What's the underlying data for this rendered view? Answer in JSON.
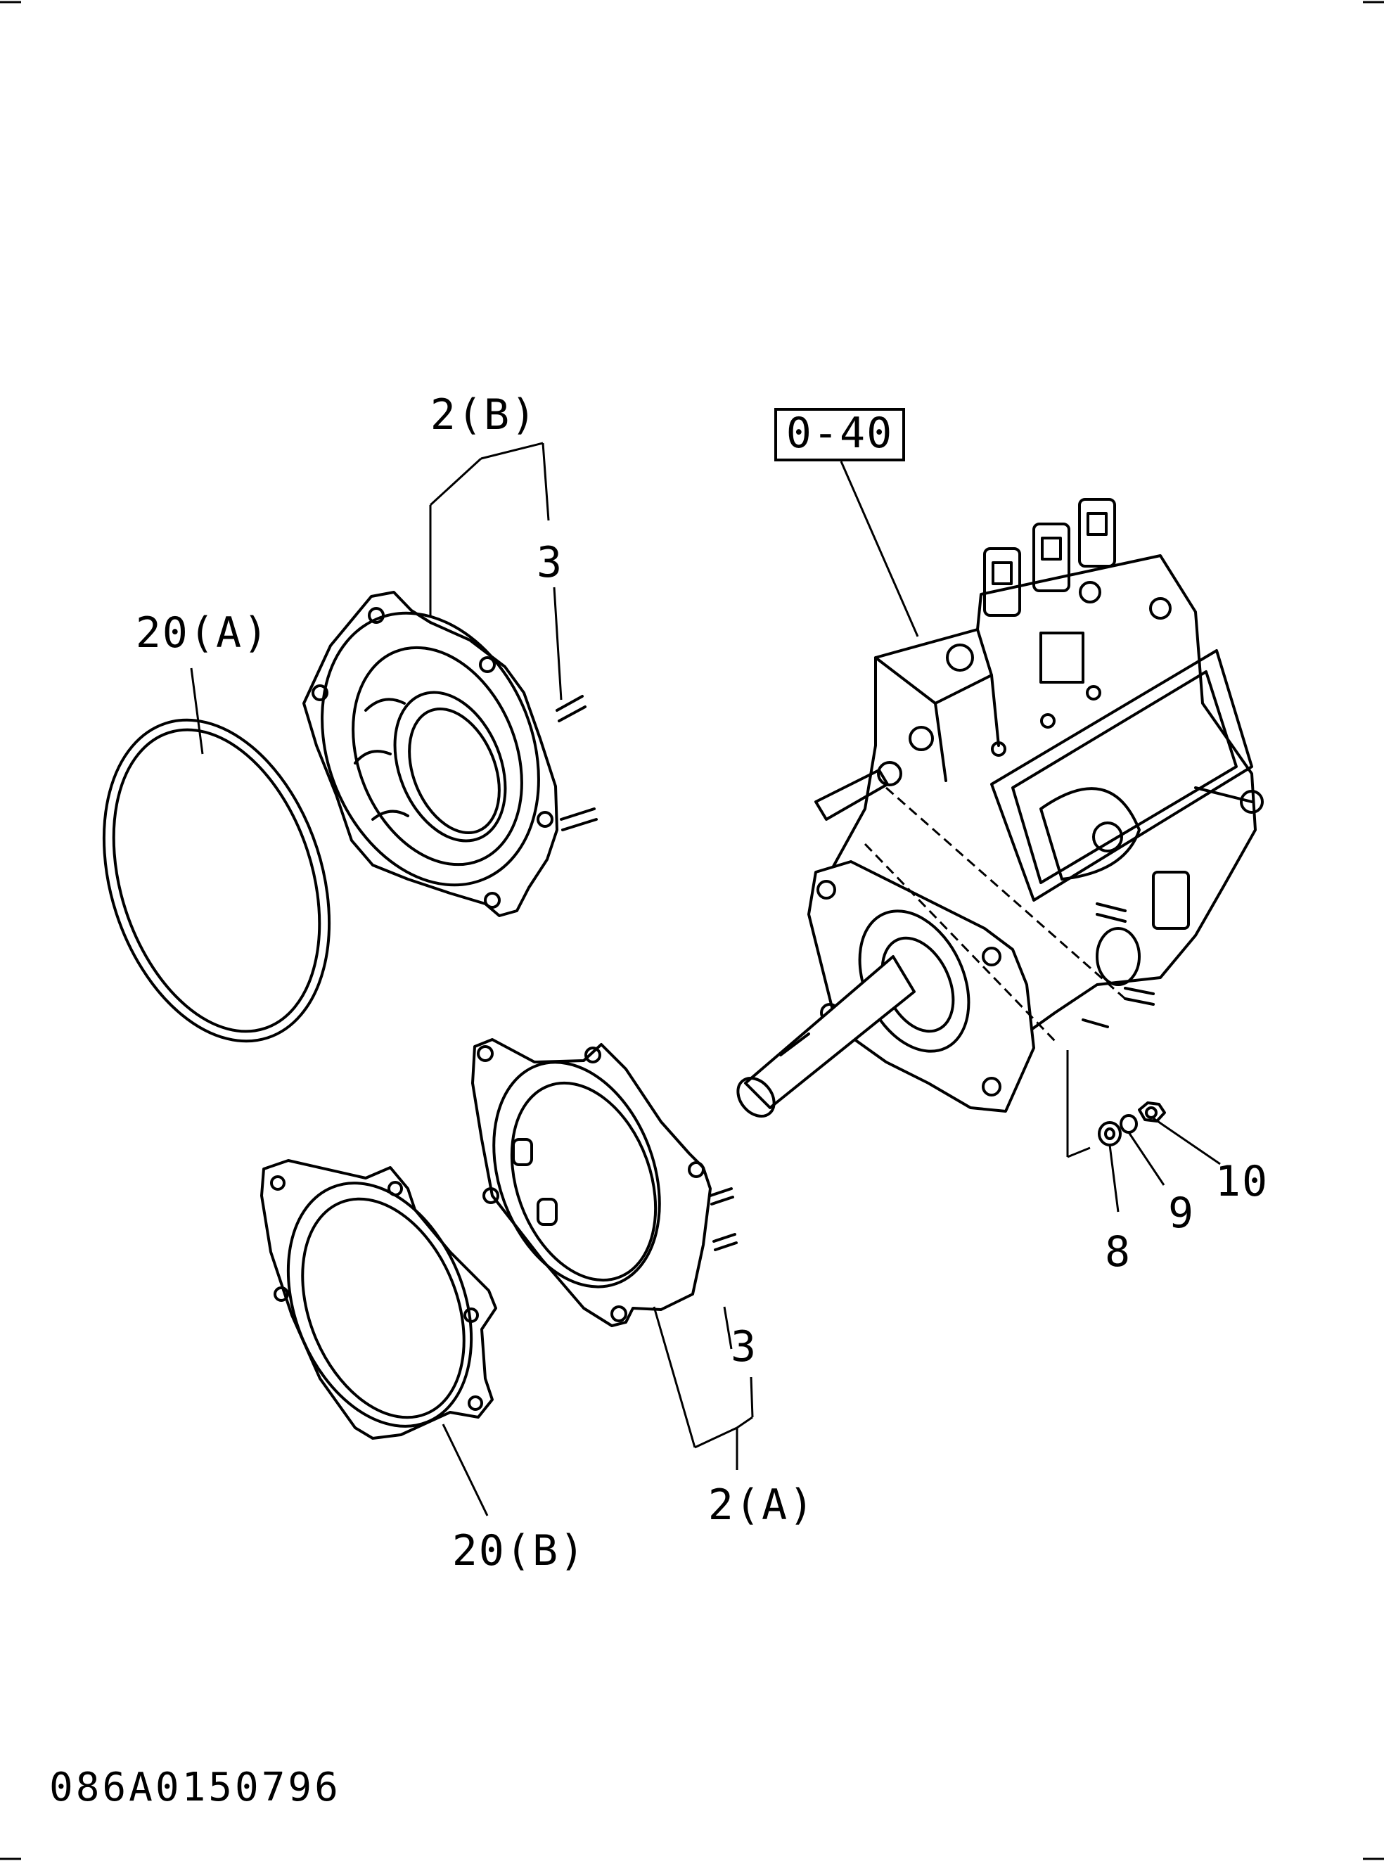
{
  "callouts": {
    "assembly_ref": "0-40",
    "part_2b": "2(B)",
    "part_3_upper": "3",
    "part_20a": "20(A)",
    "part_2a": "2(A)",
    "part_3_lower": "3",
    "part_20b": "20(B)",
    "part_8": "8",
    "part_9": "9",
    "part_10": "10"
  },
  "document_number": "086A0150796"
}
